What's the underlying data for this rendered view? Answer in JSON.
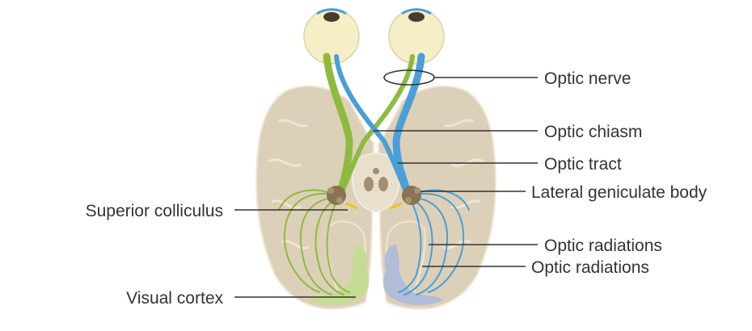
{
  "labels": {
    "optic_nerve": "Optic nerve",
    "optic_chiasm": "Optic chiasm",
    "optic_tract": "Optic tract",
    "lateral_geniculate_body": "Lateral geniculate body",
    "superior_colliculus": "Superior colliculus",
    "optic_radiations_upper": "Optic radiations",
    "optic_radiations_lower": "Optic radiations",
    "visual_cortex": "Visual cortex"
  },
  "colors": {
    "brain_fill": "#ddd0b8",
    "brain_outline": "#eee5d4",
    "left_pathway": "#8dbb3f",
    "right_pathway": "#4a9fd8",
    "left_cortex": "#c5dc94",
    "right_cortex": "#b0bcd8",
    "geniculate": "#8a7352",
    "eye_fill": "#f6efc6",
    "text": "#333333"
  }
}
